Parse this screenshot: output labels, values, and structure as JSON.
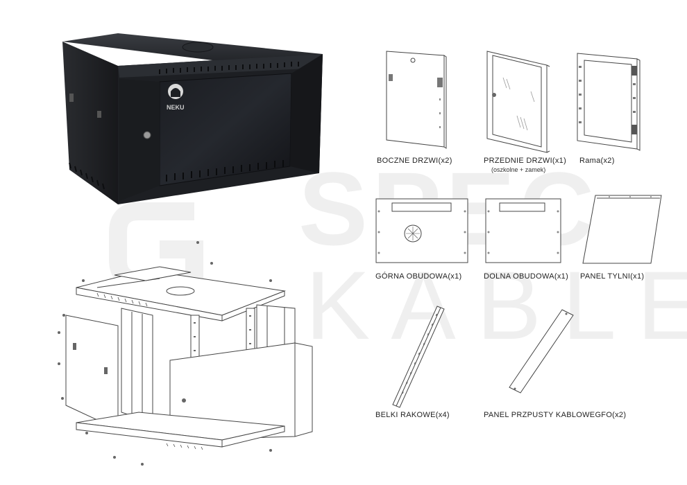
{
  "watermark": {
    "line1": "SPEC",
    "line2": "KABLE"
  },
  "photo": {
    "brand": "NEKU"
  },
  "parts": [
    {
      "label": "BOCZNE DRZWI(x2)",
      "icon": "side-door-icon"
    },
    {
      "label": "PRZEDNIE DRZWI(x1)",
      "sublabel": "(oszkolne + zamek)",
      "icon": "front-glass-door-icon"
    },
    {
      "label": "Rama(x2)",
      "icon": "frame-icon"
    },
    {
      "label": "GÓRNA OBUDOWA(x1)",
      "icon": "top-cover-icon"
    },
    {
      "label": "DOLNA OBUDOWA(x1)",
      "icon": "bottom-cover-icon"
    },
    {
      "label": "PANEL TYLNI(x1)",
      "icon": "rear-panel-icon"
    },
    {
      "label": "BELKI RAKOWE(x4)",
      "icon": "rack-rail-icon"
    },
    {
      "label": "PANEL PRZPUSTY KABLOWEGFO(x2)",
      "icon": "cable-panel-icon"
    }
  ]
}
